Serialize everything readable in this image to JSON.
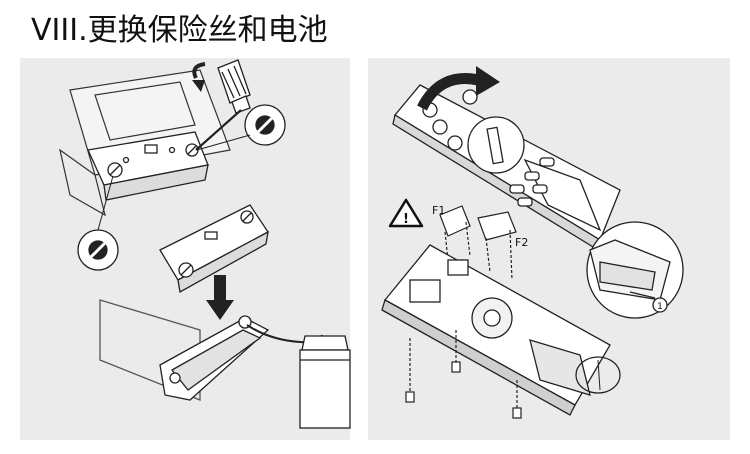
{
  "header": {
    "title": "VIII.更换保险丝和电池"
  },
  "figure": {
    "labels": {
      "fuse_1": "F1",
      "fuse_2": "F2",
      "callout": "1"
    },
    "warning_symbol": "!"
  },
  "icons": [
    "screwdriver-icon",
    "rotate-arrow-icon",
    "warning-triangle-icon",
    "screw-slot-icon"
  ],
  "colors": {
    "background": "#ffffff",
    "panel": "#ebebeb",
    "line": "#222222"
  }
}
